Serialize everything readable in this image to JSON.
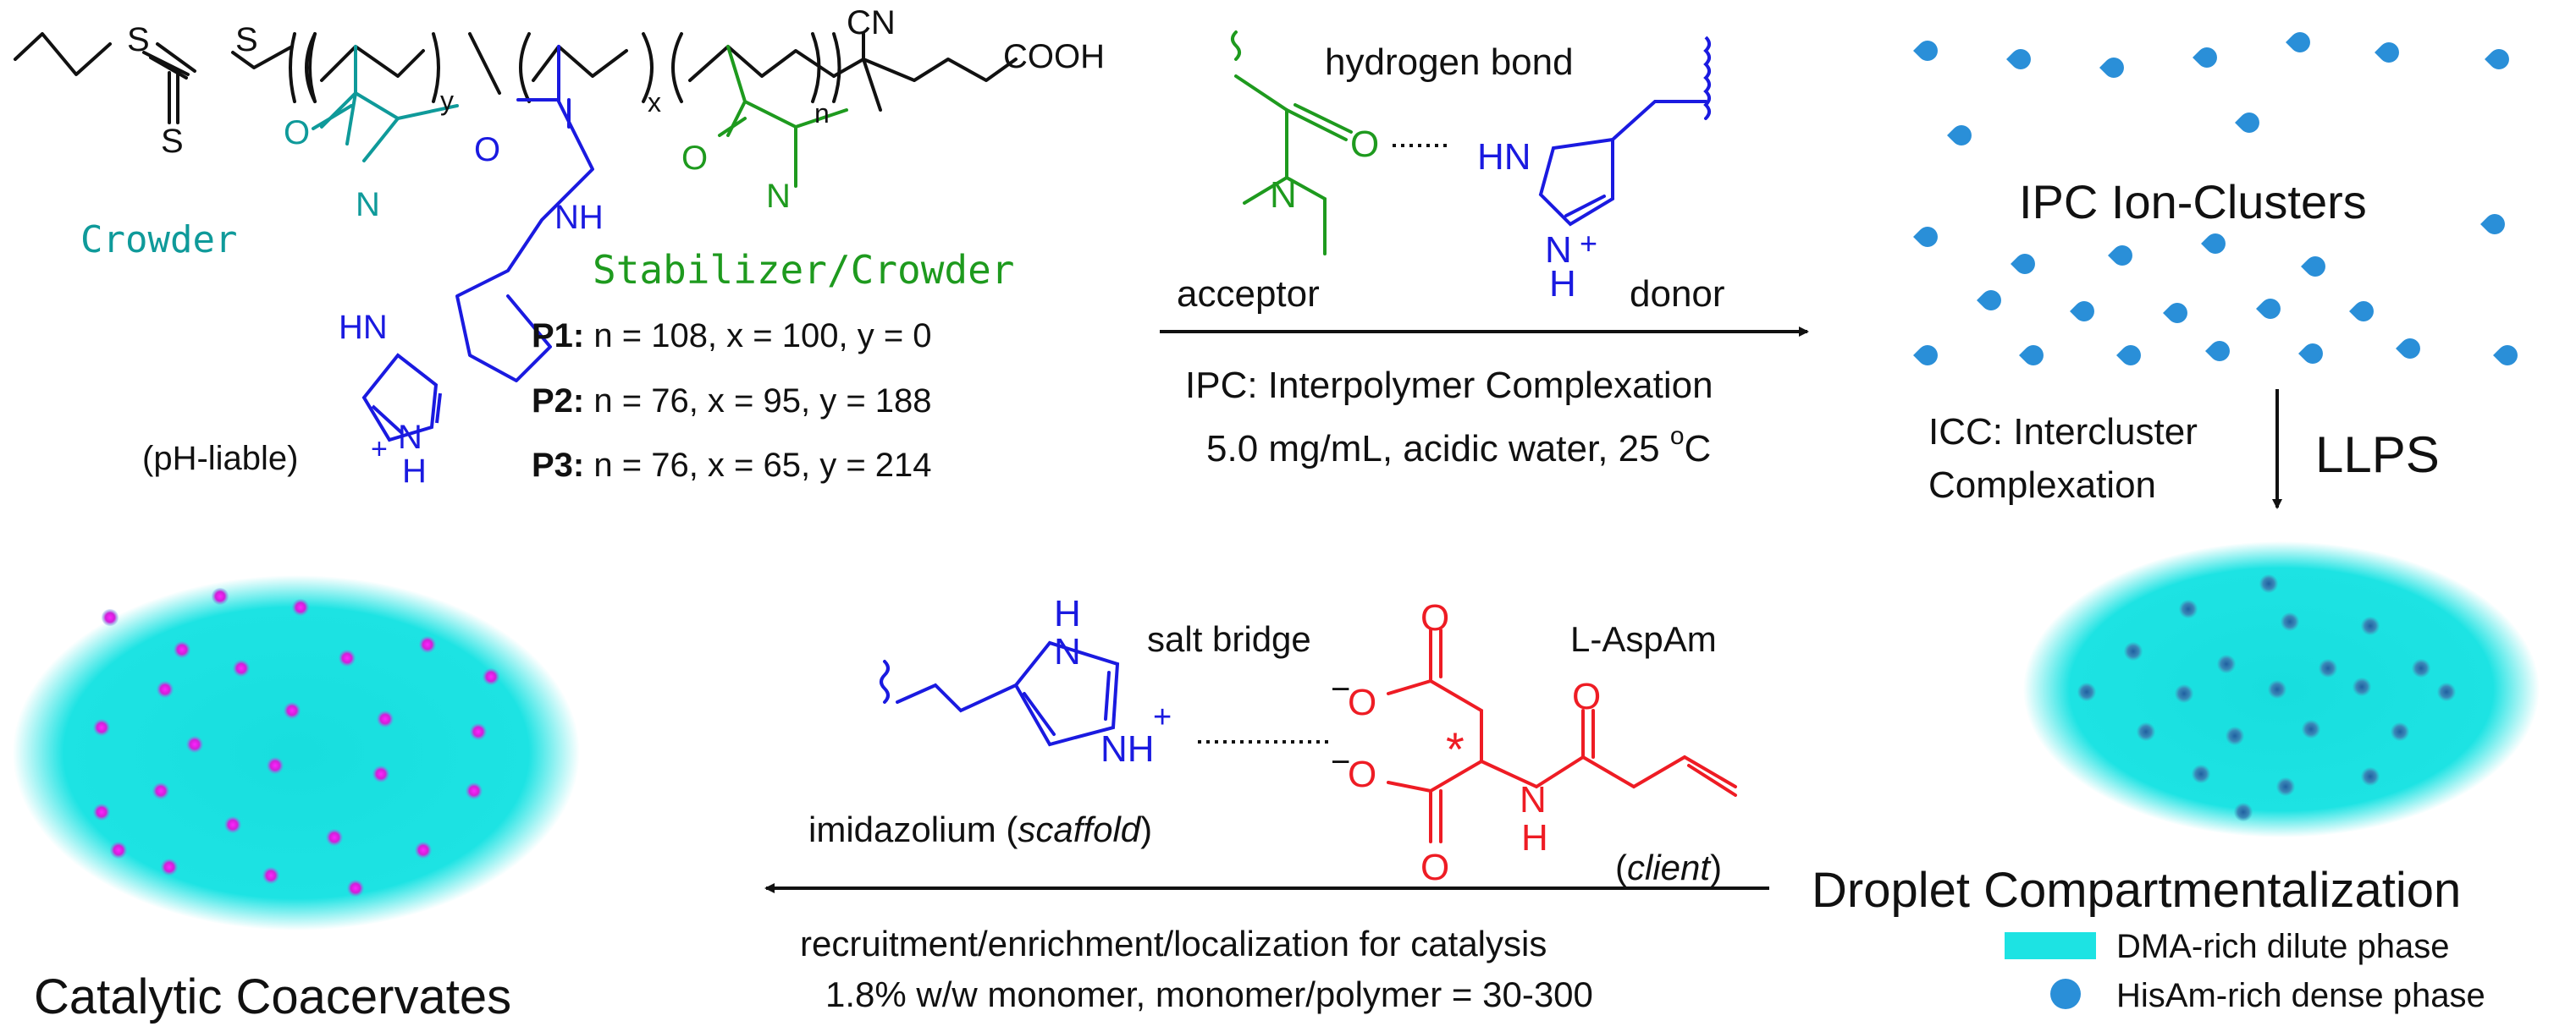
{
  "colors": {
    "black": "#111111",
    "teal": "#0f9a9a",
    "blue": "#1a1ae0",
    "green": "#1e9a1e",
    "red": "#ee1c24",
    "cyan": "#1de3e3",
    "dot_blue": "#2a8fd8",
    "dot_magenta": "#e020e0",
    "dot_dark": "#2a7ab0"
  },
  "polymer": {
    "s_left": "S",
    "s_right": "S",
    "s_bottom": "S",
    "y_sub": "y",
    "x_sub": "x",
    "n_sub": "n",
    "cn": "CN",
    "cooh": "COOH",
    "o_teal": "O",
    "n_teal": "N",
    "o_blue": "O",
    "nh_blue": "NH",
    "o_green": "O",
    "n_green": "N",
    "crowder": "Crowder",
    "stabilizer": "Stabilizer/Crowder",
    "hn": "HN",
    "n": "N",
    "h": "H",
    "plus": "+",
    "ph_liable": "(pH-liable)",
    "p1_label": "P1:",
    "p1_text": " n = 108, x = 100, y = 0",
    "p2_label": "P2:",
    "p2_text": " n = 76, x = 95, y = 188",
    "p3_label": "P3:",
    "p3_text": " n = 76, x = 65, y = 214"
  },
  "hbond": {
    "title": "hydrogen bond",
    "o": "O",
    "n": "N",
    "hn": "HN",
    "n_plus": "N",
    "h": "H",
    "plus": "+",
    "acceptor": "acceptor",
    "donor": "donor",
    "ipc": "IPC: Interpolymer Complexation",
    "conditions": "5.0 mg/mL, acidic water, 25 ",
    "degree": "o",
    "celsius": "C"
  },
  "clusters": {
    "title": "IPC Ion-Clusters",
    "icc_line1": "ICC: Intercluster",
    "icc_line2": "Complexation",
    "llps": "LLPS"
  },
  "droplet": {
    "title": "Droplet Compartmentalization",
    "legend_dilute": "DMA-rich dilute phase",
    "legend_dense": "HisAm-rich dense phase"
  },
  "saltbridge": {
    "title": "salt bridge",
    "aspam": "L-AspAm",
    "h_top": "H",
    "n_top": "N",
    "nh": "NH",
    "plus": "+",
    "o1": "O",
    "o2": "O",
    "o3": "O",
    "o4": "O",
    "o5": "O",
    "minus1": "−",
    "minus2": "−",
    "star": "*",
    "n_amide": "N",
    "h_amide": "H",
    "imidazolium": "imidazolium (",
    "scaffold": "scaffold",
    "close_paren": ")",
    "client_open": "(",
    "client": "client",
    "client_close": ")",
    "recruit": "recruitment/enrichment/localization for catalysis",
    "monomer": "1.8% w/w monomer, monomer/polymer = 30-300"
  },
  "coacervates": {
    "title": "Catalytic Coacervates"
  }
}
